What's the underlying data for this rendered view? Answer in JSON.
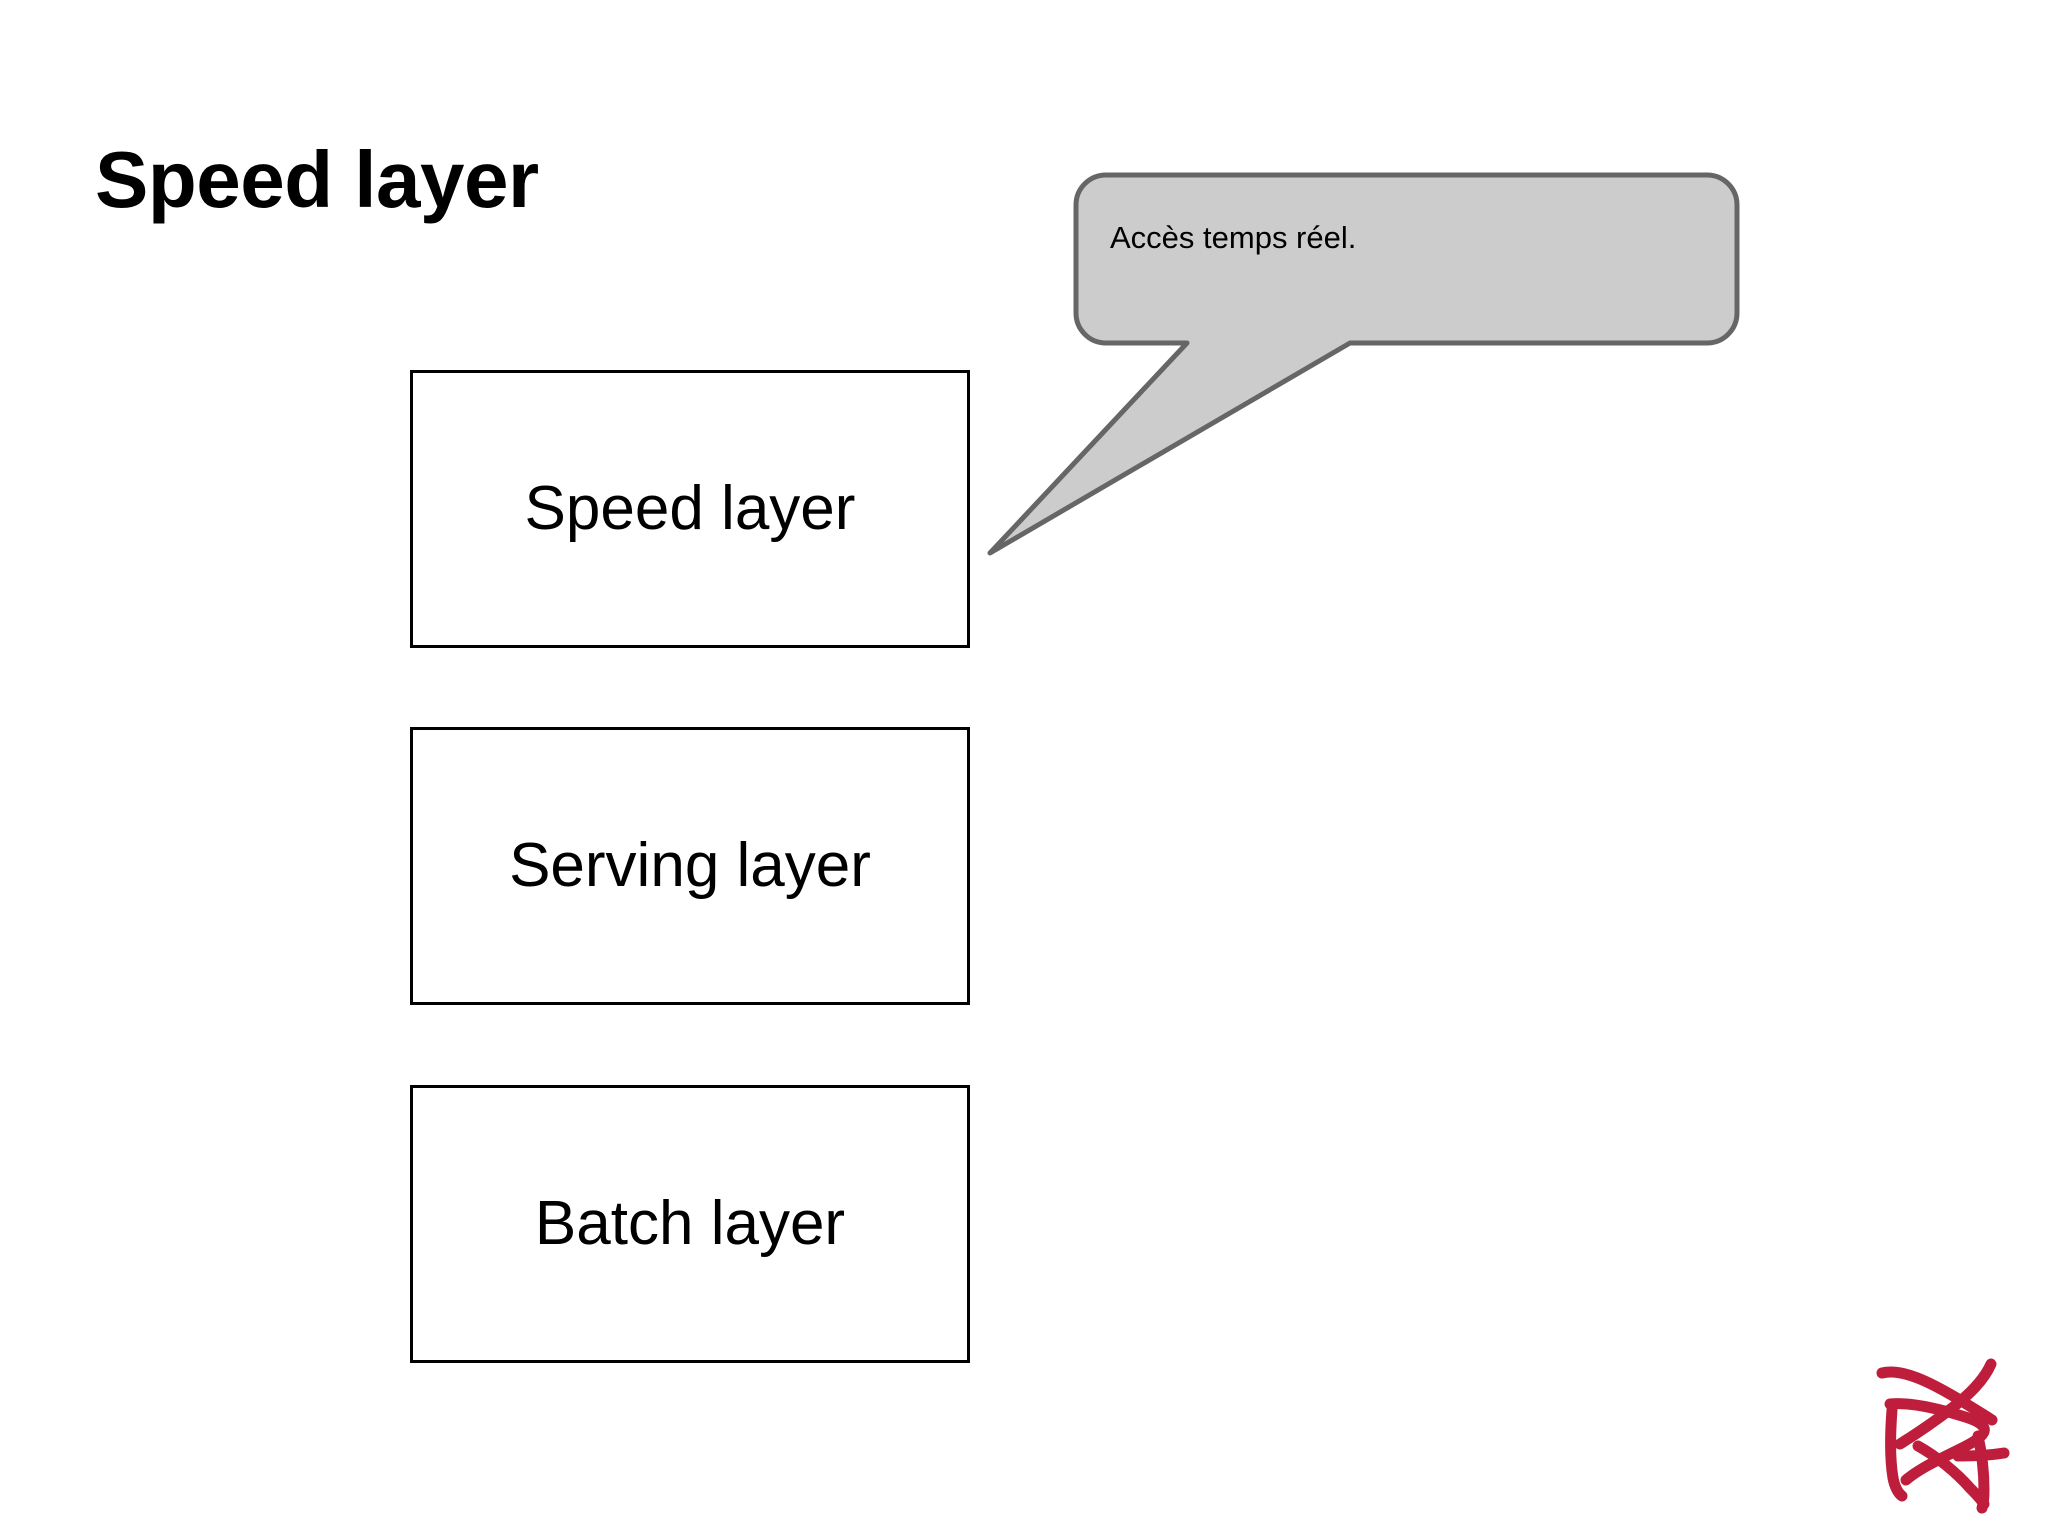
{
  "slide": {
    "title": "Speed layer",
    "background_color": "#FFFFFF"
  },
  "diagram": {
    "boxes": [
      {
        "id": "speed",
        "label": "Speed layer",
        "fill": "#FFFFFF",
        "stroke": "#000000"
      },
      {
        "id": "serving",
        "label": "Serving layer",
        "fill": "#FFFFFF",
        "stroke": "#000000"
      },
      {
        "id": "batch",
        "label": "Batch layer",
        "fill": "#FFFFFF",
        "stroke": "#000000"
      }
    ],
    "callout": {
      "text": "Accès temps réel.",
      "fill": "#CCCCCC",
      "stroke": "#666666",
      "points_to": "speed"
    }
  },
  "signature": {
    "name": "author-signature-mark",
    "color": "#BE1E3C"
  }
}
